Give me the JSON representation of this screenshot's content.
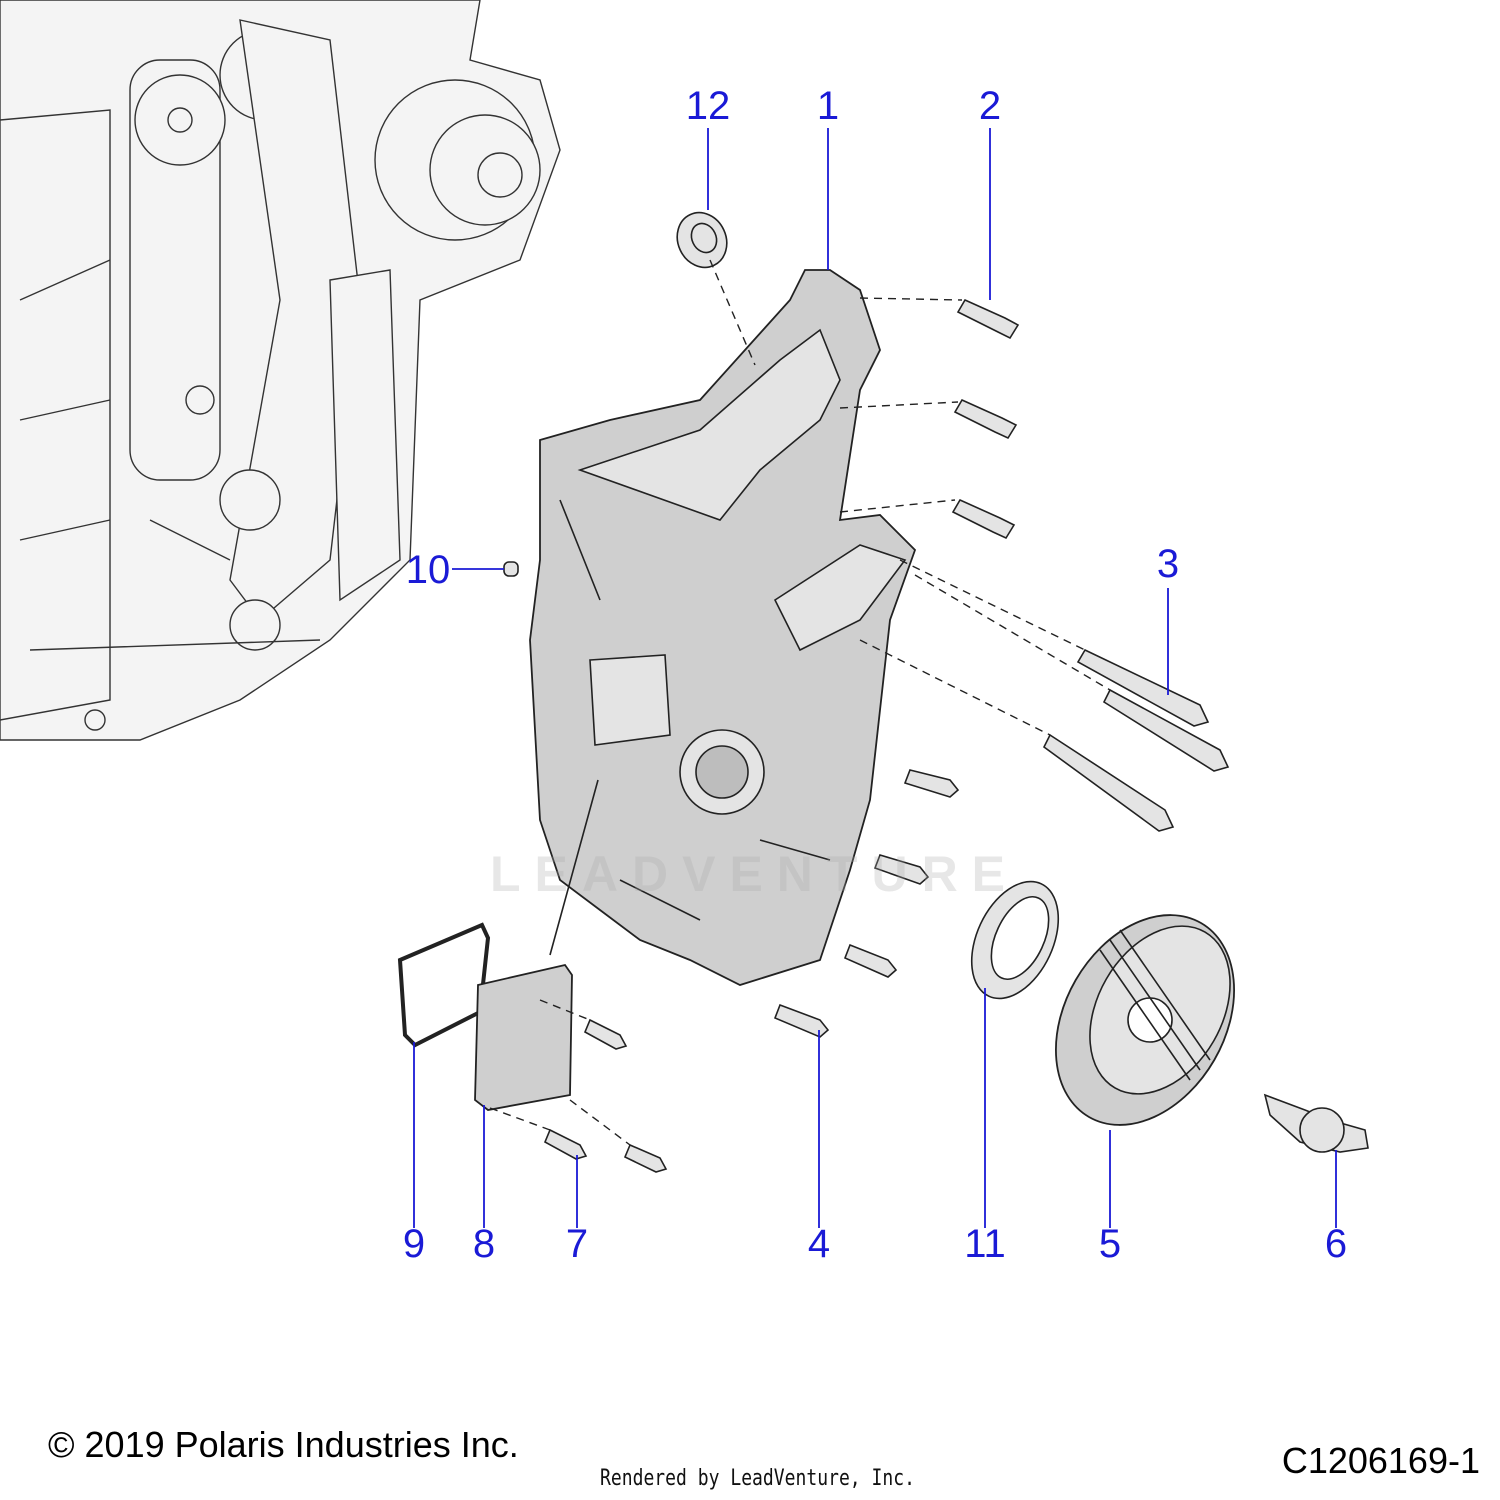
{
  "callouts": [
    {
      "label": "12"
    },
    {
      "label": "1"
    },
    {
      "label": "2"
    },
    {
      "label": "3"
    },
    {
      "label": "10"
    },
    {
      "label": "9"
    },
    {
      "label": "8"
    },
    {
      "label": "7"
    },
    {
      "label": "4"
    },
    {
      "label": "11"
    },
    {
      "label": "5"
    },
    {
      "label": "6"
    }
  ],
  "footer": {
    "copyright": "© 2019 Polaris Industries Inc.",
    "figure_code": "C1206169-1",
    "rendered_by": "Rendered by LeadVenture, Inc."
  },
  "watermark": "LEADVENTURE",
  "colors": {
    "callout": "#1a1ad6",
    "part_fill": "#cfcfcf",
    "line": "#222222"
  }
}
